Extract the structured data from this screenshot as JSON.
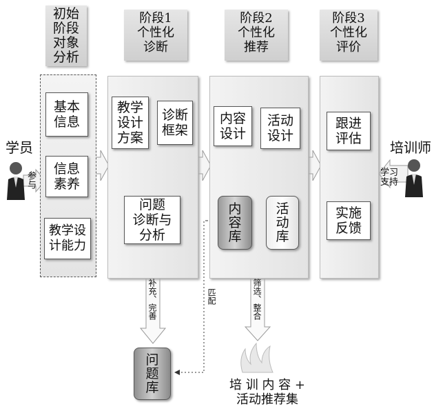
{
  "headers": {
    "initial": "初始\n阶段\n对象\n分析",
    "stage1": "阶段1\n个性化\n诊断",
    "stage2": "阶段2\n个性化\n推荐",
    "stage3": "阶段3\n个性化\n评价"
  },
  "initial_boxes": [
    "基本\n信息",
    "信息\n素养",
    "教学设\n计能力"
  ],
  "stage1_boxes": {
    "plan": "教学\n设计\n方案",
    "framework": "诊断\n框架",
    "analysis": "问题\n诊断与\n分析"
  },
  "stage2_boxes": {
    "content_design": "内容\n设计",
    "activity_design": "活动\n设计",
    "content_db": "内\n容\n库",
    "activity_db": "活\n动\n库"
  },
  "stage3_boxes": {
    "follow": "跟进\n评估",
    "feedback": "实施\n反馈"
  },
  "learner": "学员",
  "trainer": "培训师",
  "participate": "参与",
  "support": "学习\n支持",
  "supplement": "补充、完善",
  "match": "匹配",
  "filter": "筛选、整合",
  "question_db": "问\n题\n库",
  "result": "培 训 内 容 +\n活动推荐集"
}
